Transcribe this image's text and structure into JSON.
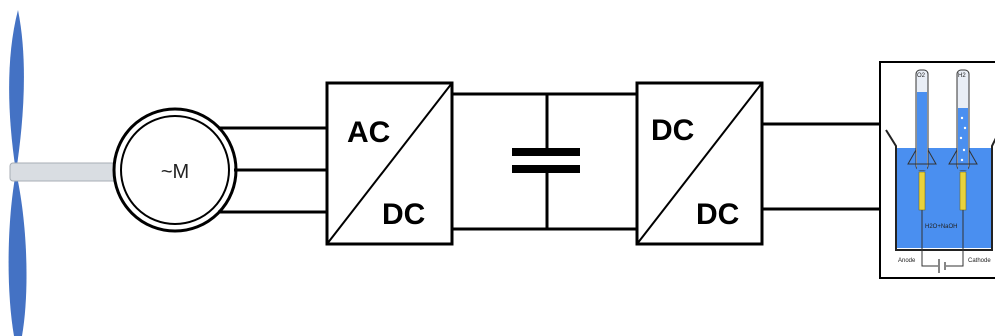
{
  "motor": {
    "label": "~M"
  },
  "rectifier": {
    "top_label": "AC",
    "bottom_label": "DC"
  },
  "dc_converter": {
    "top_label": "DC",
    "bottom_label": "DC"
  },
  "electrolyzer": {
    "left_tube_label": "O2",
    "right_tube_label": "H2",
    "electrolyte_label": "H2O+NaOH",
    "anode_label": "Anode",
    "cathode_label": "Cathode"
  },
  "colors": {
    "blade": "#4472c4",
    "shaft": "#d9dde2",
    "electrolyte": "#4a8ff0",
    "electrode": "#e8d23c",
    "line": "#000000"
  }
}
